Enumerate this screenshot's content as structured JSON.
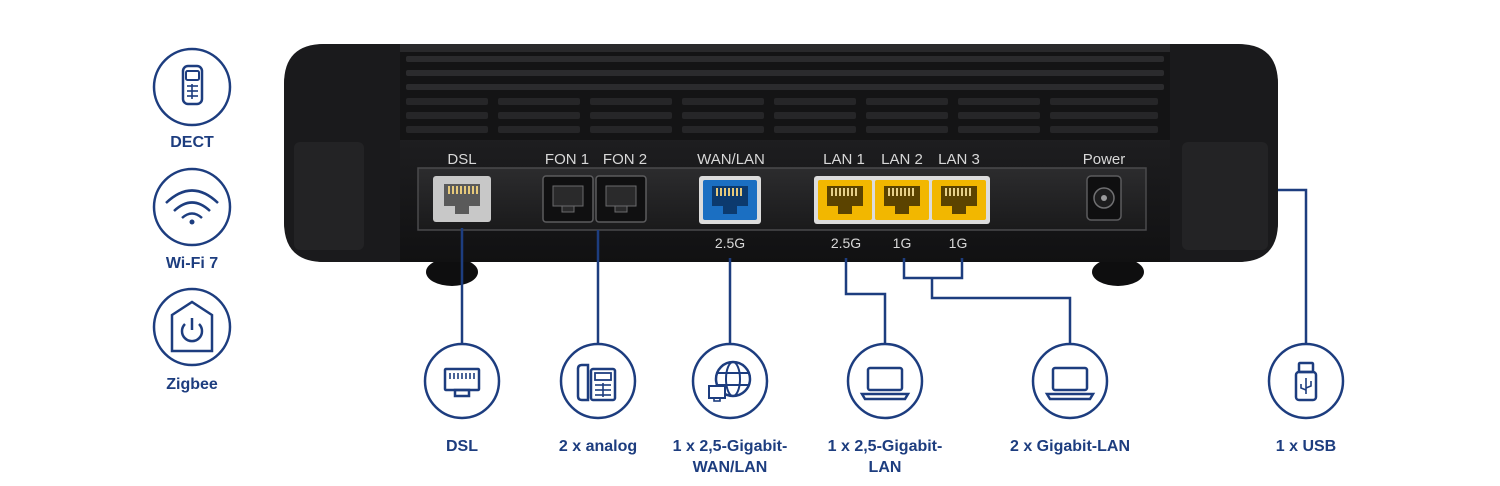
{
  "features": [
    {
      "label": "DECT",
      "icon": "dect-phone-icon"
    },
    {
      "label": "Wi-Fi 7",
      "icon": "wifi-icon"
    },
    {
      "label": "Zigbee",
      "icon": "smart-home-icon"
    }
  ],
  "ports": {
    "dsl": "DSL",
    "fon1": "FON 1",
    "fon2": "FON 2",
    "wanlan": "WAN/LAN",
    "lan1": "LAN 1",
    "lan2": "LAN 2",
    "lan3": "LAN 3",
    "power": "Power"
  },
  "speeds": {
    "wanlan": "2.5G",
    "lan1": "2.5G",
    "lan2": "1G",
    "lan3": "1G"
  },
  "connections": {
    "dsl": "DSL",
    "analog": "2 x analog",
    "wan_line1": "1 x 2,5-Gigabit-",
    "wan_line2": "WAN/LAN",
    "lan25_line1": "1 x 2,5-Gigabit-",
    "lan25_line2": "LAN",
    "gigabit": "2 x Gigabit-LAN",
    "usb": "1 x USB"
  },
  "colors": {
    "brand_blue": "#1d3d7f",
    "lan_yellow": "#f2b700",
    "wan_blue": "#1b6fc2",
    "dsl_gray": "#c8c8c8",
    "device_black": "#1f1f21"
  }
}
